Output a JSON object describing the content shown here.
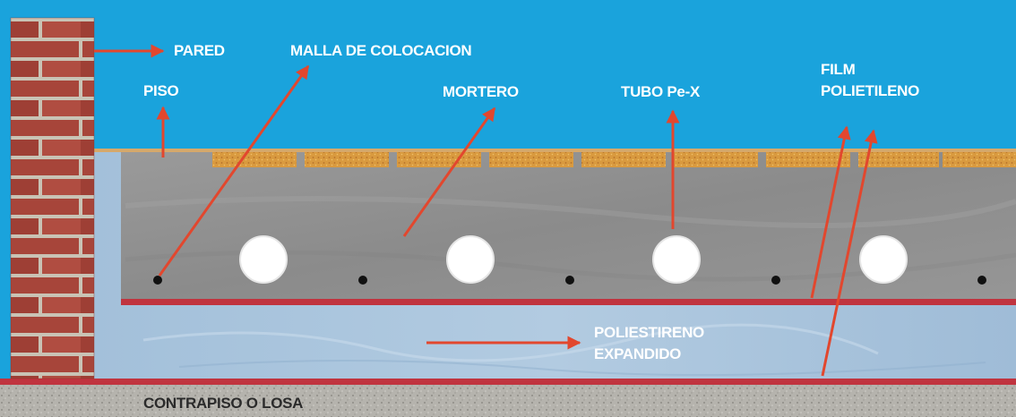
{
  "labels": {
    "pared": "PARED",
    "malla": "MALLA DE COLOCACION",
    "piso": "PISO",
    "mortero": "MORTERO",
    "tubo": "TUBO Pe-X",
    "film_line1": "FILM",
    "film_line2": "POLIETILENO",
    "poliestireno_line1": "POLIESTIRENO",
    "poliestireno_line2": "EXPANDIDO",
    "contrapiso": "CONTRAPISO O LOSA"
  },
  "colors": {
    "background": "#1aa3dc",
    "brick": "#a7453a",
    "mortar": "#8f8f8f",
    "film": "#c0343f",
    "insulation": "#a9c4dc",
    "slab": "#b5b3ad",
    "tile": "#d99a3f",
    "arrow": "#e2472e",
    "pipe": "#ffffff",
    "mesh": "#111111"
  }
}
